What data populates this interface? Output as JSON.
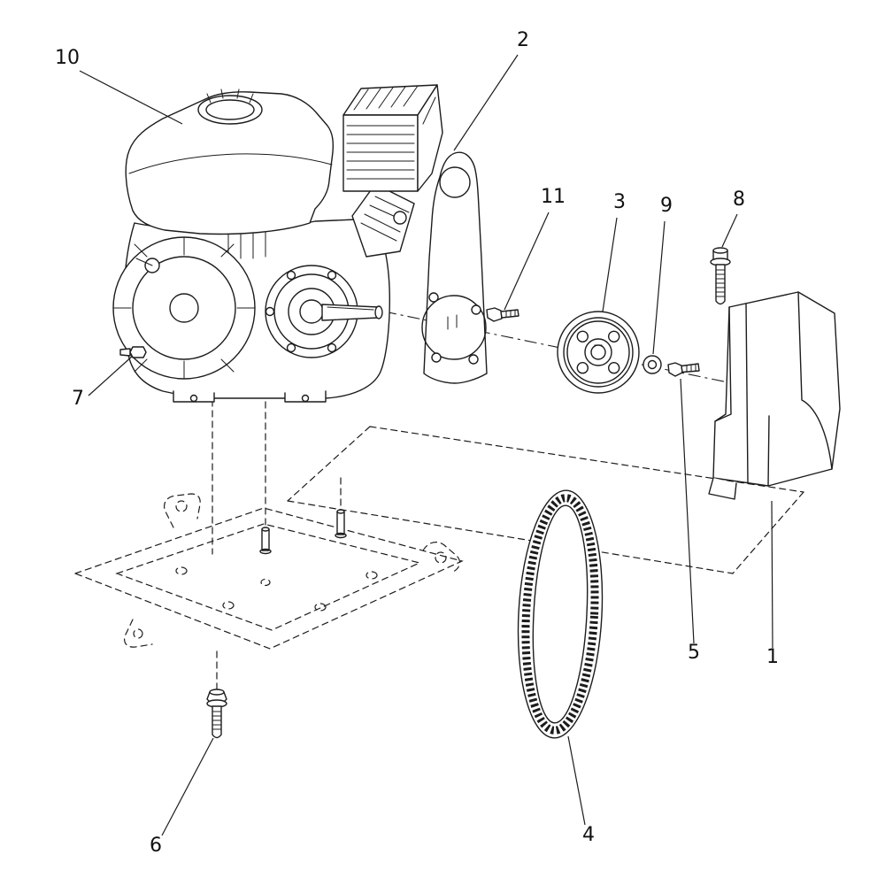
{
  "figure": {
    "type": "exploded-parts-diagram",
    "background_color": "#ffffff",
    "line_color": "#1c1c1c"
  },
  "callouts": {
    "c1": {
      "label": "1"
    },
    "c2": {
      "label": "2"
    },
    "c3": {
      "label": "3"
    },
    "c4": {
      "label": "4"
    },
    "c5": {
      "label": "5"
    },
    "c6": {
      "label": "6"
    },
    "c7": {
      "label": "7"
    },
    "c8": {
      "label": "8"
    },
    "c9": {
      "label": "9"
    },
    "c10": {
      "label": "10"
    },
    "c11": {
      "label": "11"
    }
  }
}
